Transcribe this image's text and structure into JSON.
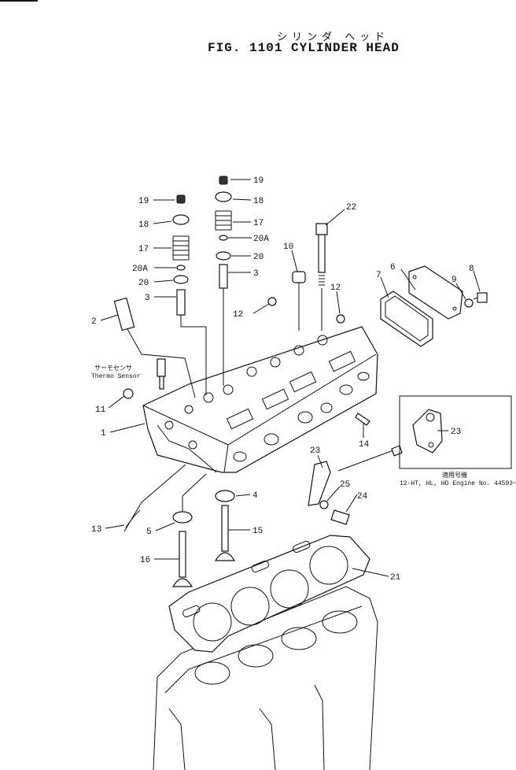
{
  "figure": {
    "title_jp": "シリンダ ヘッド",
    "title": "FIG. 1101  CYLINDER HEAD"
  },
  "notes": {
    "sensor_jp": "サーモセンサ",
    "sensor_en": "Thermo Sensor",
    "applicable_jp": "適用号機",
    "applicable_en": "12-HT, HL, HD  Engine  No. 44593~"
  },
  "callouts": [
    {
      "id": "c19a",
      "label": "19"
    },
    {
      "id": "c18a",
      "label": "18"
    },
    {
      "id": "c17a",
      "label": "17"
    },
    {
      "id": "c20Aa",
      "label": "20A"
    },
    {
      "id": "c20a",
      "label": "20"
    },
    {
      "id": "c3a",
      "label": "3"
    },
    {
      "id": "c19b",
      "label": "19"
    },
    {
      "id": "c18b",
      "label": "18"
    },
    {
      "id": "c17b",
      "label": "17"
    },
    {
      "id": "c20Ab",
      "label": "20A"
    },
    {
      "id": "c20b",
      "label": "20"
    },
    {
      "id": "c3b",
      "label": "3"
    },
    {
      "id": "c22",
      "label": "22"
    },
    {
      "id": "c10",
      "label": "10"
    },
    {
      "id": "c12a",
      "label": "12"
    },
    {
      "id": "c12b",
      "label": "12"
    },
    {
      "id": "c6",
      "label": "6"
    },
    {
      "id": "c7",
      "label": "7"
    },
    {
      "id": "c8",
      "label": "8"
    },
    {
      "id": "c9",
      "label": "9"
    },
    {
      "id": "c2",
      "label": "2"
    },
    {
      "id": "c11",
      "label": "11"
    },
    {
      "id": "c1",
      "label": "1"
    },
    {
      "id": "c14",
      "label": "14"
    },
    {
      "id": "c23a",
      "label": "23"
    },
    {
      "id": "c23b",
      "label": "23"
    },
    {
      "id": "c25",
      "label": "25"
    },
    {
      "id": "c24",
      "label": "24"
    },
    {
      "id": "c4",
      "label": "4"
    },
    {
      "id": "c15",
      "label": "15"
    },
    {
      "id": "c13",
      "label": "13"
    },
    {
      "id": "c5",
      "label": "5"
    },
    {
      "id": "c16",
      "label": "16"
    },
    {
      "id": "c21",
      "label": "21"
    }
  ]
}
